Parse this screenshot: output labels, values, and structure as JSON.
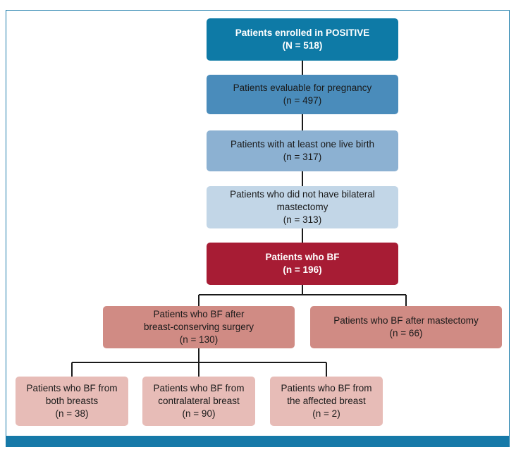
{
  "flowchart": {
    "enrolled": {
      "line1": "Patients enrolled in POSITIVE",
      "count": "(N = 518)"
    },
    "evaluable": {
      "line1": "Patients evaluable for pregnancy",
      "count": "(n = 497)"
    },
    "live_birth": {
      "line1": "Patients with at least one live birth",
      "count": "(n = 317)"
    },
    "no_bilateral": {
      "line1": "Patients who did not have bilateral",
      "line2": "mastectomy",
      "count": "(n = 313)"
    },
    "bf": {
      "line1": "Patients who BF",
      "count": "(n = 196)"
    },
    "bf_bcs": {
      "line1": "Patients who BF after",
      "line2": "breast-conserving surgery",
      "count": "(n = 130)"
    },
    "bf_mastectomy": {
      "line1": "Patients who BF after mastectomy",
      "count": "(n = 66)"
    },
    "bf_both": {
      "line1": "Patients who BF from",
      "line2": "both breasts",
      "count": "(n = 38)"
    },
    "bf_contralateral": {
      "line1": "Patients who BF from",
      "line2": "contralateral breast",
      "count": "(n = 90)"
    },
    "bf_affected": {
      "line1": "Patients who BF from",
      "line2": "the affected breast",
      "count": "(n = 2)"
    }
  },
  "colors": {
    "frame": "#1679a8",
    "enrolled": "#0e7aa6",
    "evaluable": "#4a8cbb",
    "live_birth": "#8cb1d2",
    "no_bilateral": "#c2d6e7",
    "bf": "#a71c34",
    "bf_split": "#d08b84",
    "bf_breast": "#e7bcb7"
  }
}
